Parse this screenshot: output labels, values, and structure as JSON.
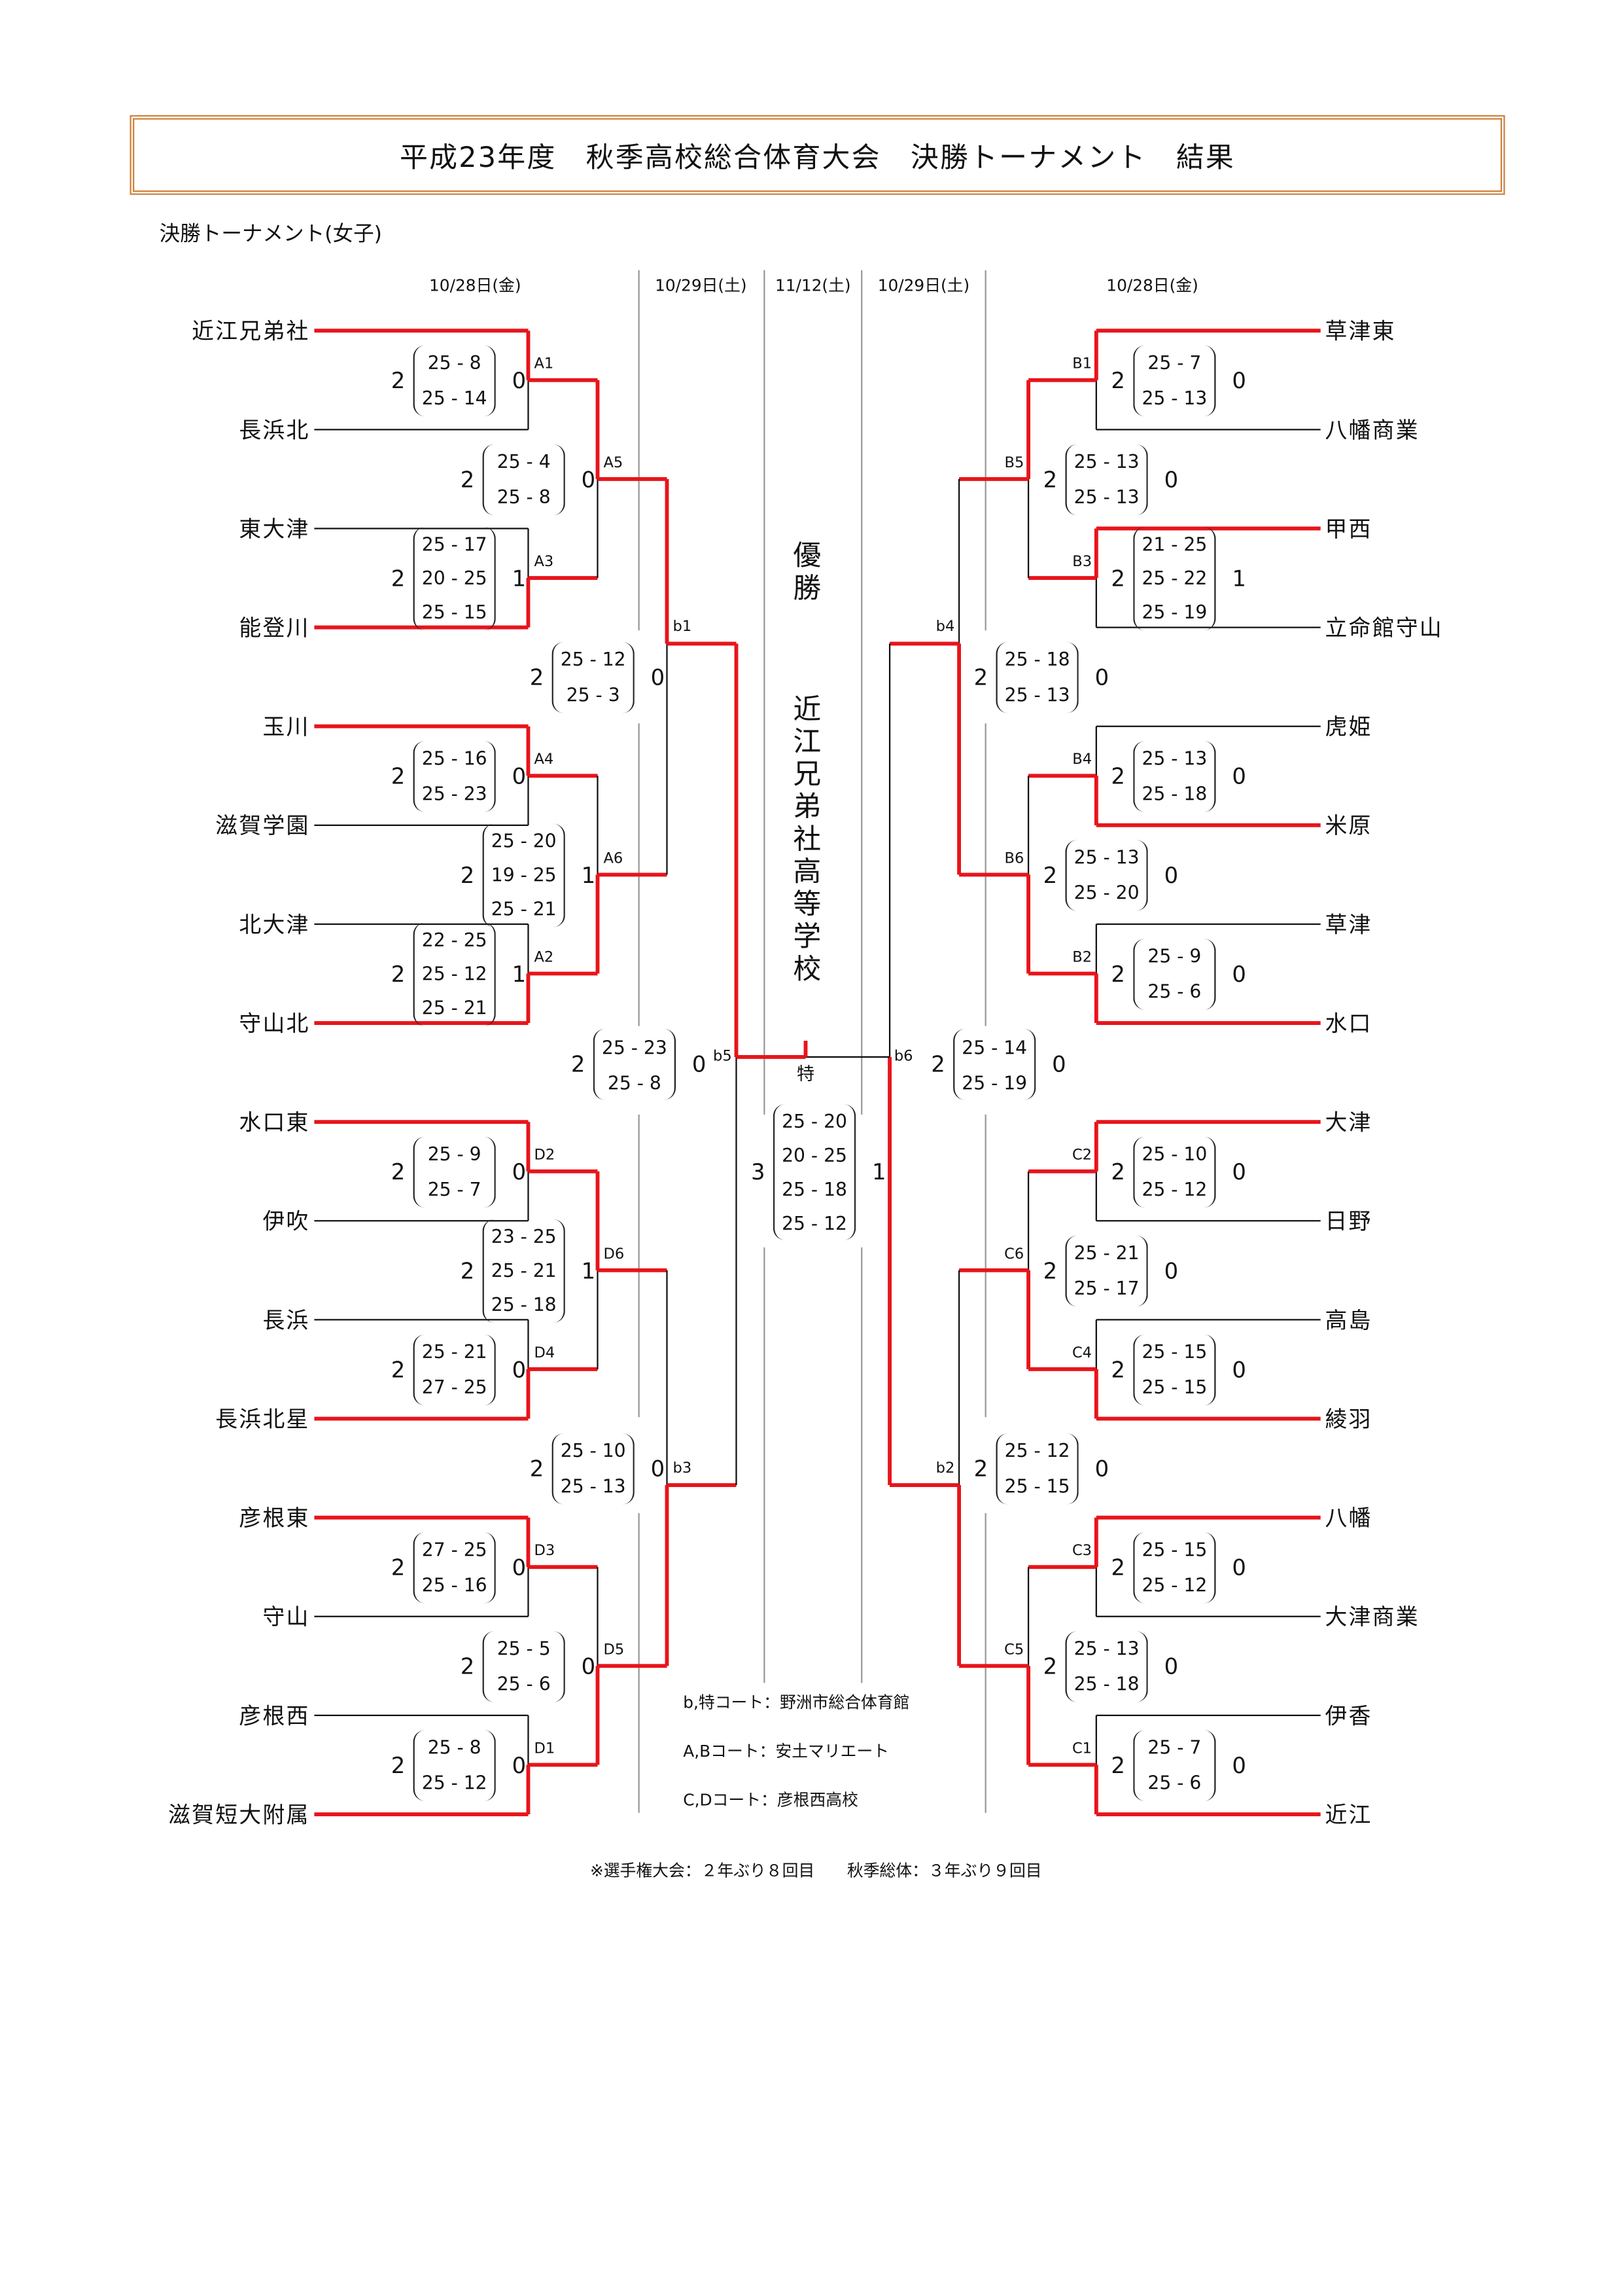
{
  "title": "平成23年度　秋季高校総合体育大会　決勝トーナメント　結果",
  "subtitle": "決勝トーナメント(女子)",
  "dates": [
    "10/28日(金)",
    "10/29日(土)",
    "11/12(土)",
    "10/29日(土)",
    "10/28日(金)"
  ],
  "champion_heading": "優勝",
  "champion": "近江兄弟社高等学校",
  "final_court": "特",
  "colors": {
    "win_line": "#e8141b",
    "border": "#d0803a",
    "grid": "#999999"
  },
  "left": {
    "teams": [
      "近江兄弟社",
      "長浜北",
      "東大津",
      "能登川",
      "玉川",
      "滋賀学園",
      "北大津",
      "守山北",
      "水口東",
      "伊吹",
      "長浜",
      "長浜北星",
      "彦根東",
      "守山",
      "彦根西",
      "滋賀短大附属"
    ],
    "rounds": [
      [
        {
          "id": "A1",
          "score": [
            2,
            0
          ],
          "games": [
            "25 - 8",
            "25 - 14"
          ],
          "win": "top"
        },
        {
          "id": "A3",
          "score": [
            2,
            1
          ],
          "games": [
            "25 - 17",
            "20 - 25",
            "25 - 15"
          ],
          "win": "bottom"
        },
        {
          "id": "A4",
          "score": [
            2,
            0
          ],
          "games": [
            "25 - 16",
            "25 - 23"
          ],
          "win": "top"
        },
        {
          "id": "A2",
          "score": [
            2,
            1
          ],
          "games": [
            "22 - 25",
            "25 - 12",
            "25 - 21"
          ],
          "win": "bottom"
        },
        {
          "id": "D2",
          "score": [
            2,
            0
          ],
          "games": [
            "25 - 9",
            "25 - 7"
          ],
          "win": "top"
        },
        {
          "id": "D4",
          "score": [
            2,
            0
          ],
          "games": [
            "25 - 21",
            "27 - 25"
          ],
          "win": "bottom"
        },
        {
          "id": "D3",
          "score": [
            2,
            0
          ],
          "games": [
            "27 - 25",
            "25 - 16"
          ],
          "win": "top"
        },
        {
          "id": "D1",
          "score": [
            2,
            0
          ],
          "games": [
            "25 - 8",
            "25 - 12"
          ],
          "win": "bottom"
        }
      ],
      [
        {
          "id": "A5",
          "score": [
            2,
            0
          ],
          "games": [
            "25 - 4",
            "25 - 8"
          ],
          "win": "top"
        },
        {
          "id": "A6",
          "score": [
            2,
            1
          ],
          "games": [
            "25 - 20",
            "19 - 25",
            "25 - 21"
          ],
          "win": "bottom"
        },
        {
          "id": "D6",
          "score": [
            2,
            1
          ],
          "games": [
            "23 - 25",
            "25 - 21",
            "25 - 18"
          ],
          "win": "top"
        },
        {
          "id": "D5",
          "score": [
            2,
            0
          ],
          "games": [
            "25 - 5",
            "25 - 6"
          ],
          "win": "bottom"
        }
      ],
      [
        {
          "id": "b1",
          "score": [
            2,
            0
          ],
          "games": [
            "25 - 12",
            "25 - 3"
          ],
          "win": "top"
        },
        {
          "id": "b3",
          "score": [
            2,
            0
          ],
          "games": [
            "25 - 10",
            "25 - 13"
          ],
          "win": "bottom"
        }
      ],
      [
        {
          "id": "b5",
          "score": [
            2,
            0
          ],
          "games": [
            "25 - 23",
            "25 - 8"
          ],
          "win": "top"
        }
      ]
    ]
  },
  "right": {
    "teams": [
      "草津東",
      "八幡商業",
      "甲西",
      "立命館守山",
      "虎姫",
      "米原",
      "草津",
      "水口",
      "大津",
      "日野",
      "高島",
      "綾羽",
      "八幡",
      "大津商業",
      "伊香",
      "近江"
    ],
    "rounds": [
      [
        {
          "id": "B1",
          "score": [
            2,
            0
          ],
          "games": [
            "25 - 7",
            "25 - 13"
          ],
          "win": "top"
        },
        {
          "id": "B3",
          "score": [
            2,
            1
          ],
          "games": [
            "21 - 25",
            "25 - 22",
            "25 - 19"
          ],
          "win": "top"
        },
        {
          "id": "B4",
          "score": [
            2,
            0
          ],
          "games": [
            "25 - 13",
            "25 - 18"
          ],
          "win": "bottom"
        },
        {
          "id": "B2",
          "score": [
            2,
            0
          ],
          "games": [
            "25 - 9",
            "25 - 6"
          ],
          "win": "bottom"
        },
        {
          "id": "C2",
          "score": [
            2,
            0
          ],
          "games": [
            "25 - 10",
            "25 - 12"
          ],
          "win": "top"
        },
        {
          "id": "C4",
          "score": [
            2,
            0
          ],
          "games": [
            "25 - 15",
            "25 - 15"
          ],
          "win": "bottom"
        },
        {
          "id": "C3",
          "score": [
            2,
            0
          ],
          "games": [
            "25 - 15",
            "25 - 12"
          ],
          "win": "top"
        },
        {
          "id": "C1",
          "score": [
            2,
            0
          ],
          "games": [
            "25 - 7",
            "25 - 6"
          ],
          "win": "bottom"
        }
      ],
      [
        {
          "id": "B5",
          "score": [
            2,
            0
          ],
          "games": [
            "25 - 13",
            "25 - 13"
          ],
          "win": "top"
        },
        {
          "id": "B6",
          "score": [
            2,
            0
          ],
          "games": [
            "25 - 13",
            "25 - 20"
          ],
          "win": "bottom"
        },
        {
          "id": "C6",
          "score": [
            2,
            0
          ],
          "games": [
            "25 - 21",
            "25 - 17"
          ],
          "win": "bottom"
        },
        {
          "id": "C5",
          "score": [
            2,
            0
          ],
          "games": [
            "25 - 13",
            "25 - 18"
          ],
          "win": "bottom"
        }
      ],
      [
        {
          "id": "b4",
          "score": [
            2,
            0
          ],
          "games": [
            "25 - 18",
            "25 - 13"
          ],
          "win": "bottom"
        },
        {
          "id": "b2",
          "score": [
            2,
            0
          ],
          "games": [
            "25 - 12",
            "25 - 15"
          ],
          "win": "bottom"
        }
      ],
      [
        {
          "id": "b6",
          "score": [
            2,
            0
          ],
          "games": [
            "25 - 14",
            "25 - 19"
          ],
          "win": "bottom"
        }
      ]
    ]
  },
  "final": {
    "score": [
      3,
      1
    ],
    "games": [
      "25 - 20",
      "20 - 25",
      "25 - 18",
      "25 - 12"
    ],
    "win": "left"
  },
  "court_notes": [
    "b,特コート：野洲市総合体育館",
    "A,Bコート：安土マリエート",
    "C,Dコート：彦根西高校"
  ],
  "footer": "※選手権大会：２年ぶり８回目　　秋季総体：３年ぶり９回目"
}
